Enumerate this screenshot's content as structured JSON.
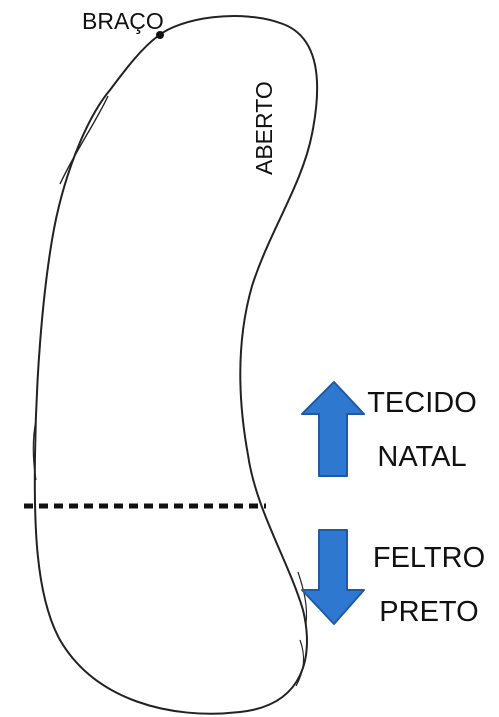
{
  "labels": {
    "braco": "BRAÇO",
    "aberto": "ABERTO",
    "up_line1": "TECIDO",
    "up_line2": "NATAL",
    "down_line1": "FELTRO",
    "down_line2": "PRETO"
  },
  "colors": {
    "outline": "#222222",
    "arrow_fill": "#2f78cf",
    "arrow_stroke": "#1f5aa6",
    "cut_line": "#111111"
  },
  "icons": {
    "up": "arrow-up-icon",
    "down": "arrow-down-icon"
  }
}
